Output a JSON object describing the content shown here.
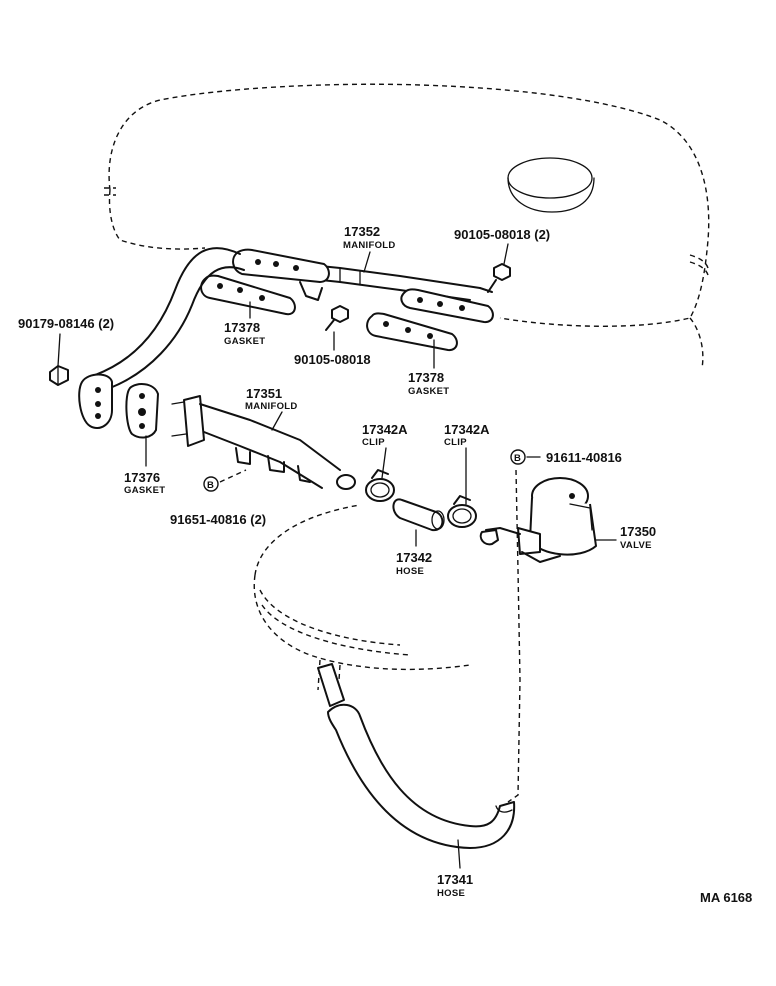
{
  "parts": {
    "p17352": {
      "number": "17352",
      "name": "MANIFOLD"
    },
    "p90105_top": {
      "number": "90105-08018 (2)"
    },
    "p90179": {
      "number": "90179-08146 (2)"
    },
    "p17378_left": {
      "number": "17378",
      "name": "GASKET"
    },
    "p90105_mid": {
      "number": "90105-08018"
    },
    "p17378_right": {
      "number": "17378",
      "name": "GASKET"
    },
    "p17351": {
      "number": "17351",
      "name": "MANIFOLD"
    },
    "p17342A_left": {
      "number": "17342A",
      "name": "CLIP"
    },
    "p17342A_right": {
      "number": "17342A",
      "name": "CLIP"
    },
    "p91611": {
      "number": "91611-40816",
      "marker": "B"
    },
    "p17376": {
      "number": "17376",
      "name": "GASKET"
    },
    "p91651": {
      "number": "91651-40816 (2)",
      "marker": "B"
    },
    "p17342": {
      "number": "17342",
      "name": "HOSE"
    },
    "p17350": {
      "number": "17350",
      "name": "VALVE"
    },
    "p17341": {
      "number": "17341",
      "name": "HOSE"
    }
  },
  "figure_code": "MA  6168"
}
